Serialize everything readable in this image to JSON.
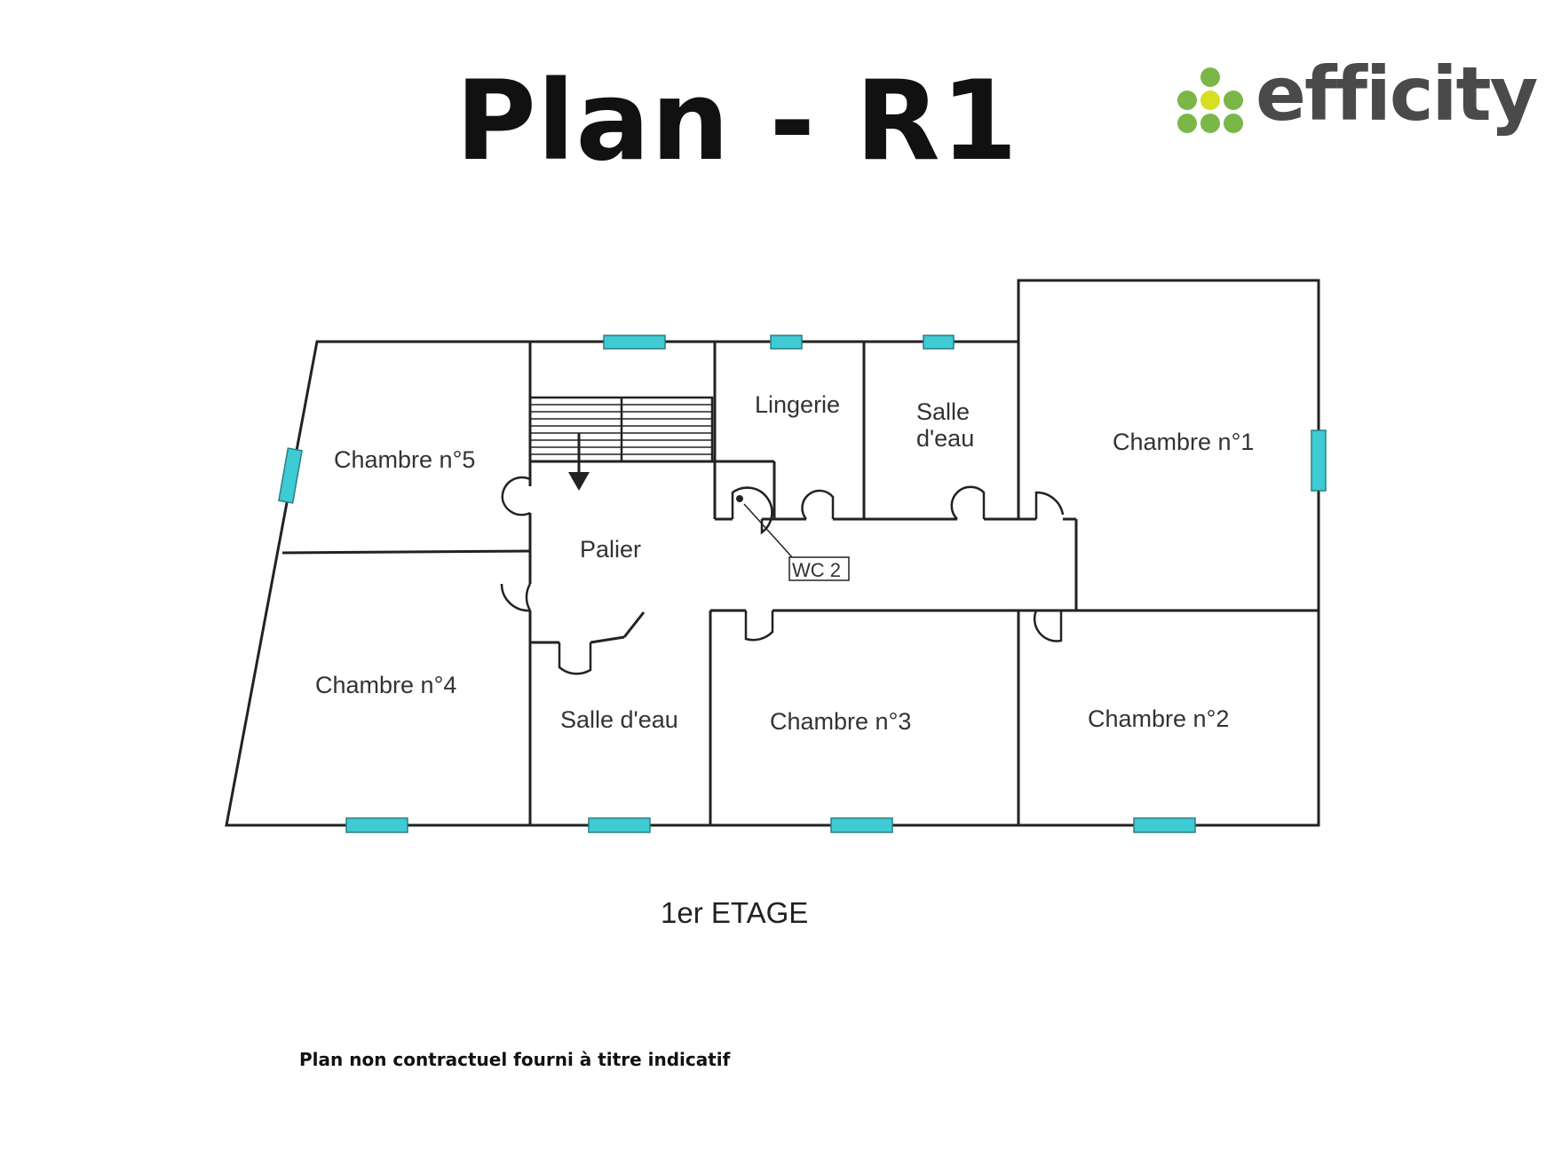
{
  "header": {
    "title": "Plan - R1"
  },
  "logo": {
    "text": "efficity",
    "colors": {
      "green": "#7ab648",
      "yellow": "#d6df22",
      "text": "#4a4a4a"
    }
  },
  "plan": {
    "wall_color": "#222222",
    "window_color": "#3ecbd3",
    "rooms": {
      "chambre5": "Chambre n°5",
      "chambre4": "Chambre n°4",
      "palier": "Palier",
      "lingerie": "Lingerie",
      "salle_deau_top_line1": "Salle",
      "salle_deau_top_line2": "d'eau",
      "chambre1": "Chambre n°1",
      "wc2": "WC 2",
      "salle_deau_bottom": "Salle d'eau",
      "chambre3": "Chambre n°3",
      "chambre2": "Chambre n°2"
    },
    "floor_label": "1er ETAGE"
  },
  "footer": {
    "disclaimer": "Plan non contractuel fourni à titre indicatif"
  }
}
